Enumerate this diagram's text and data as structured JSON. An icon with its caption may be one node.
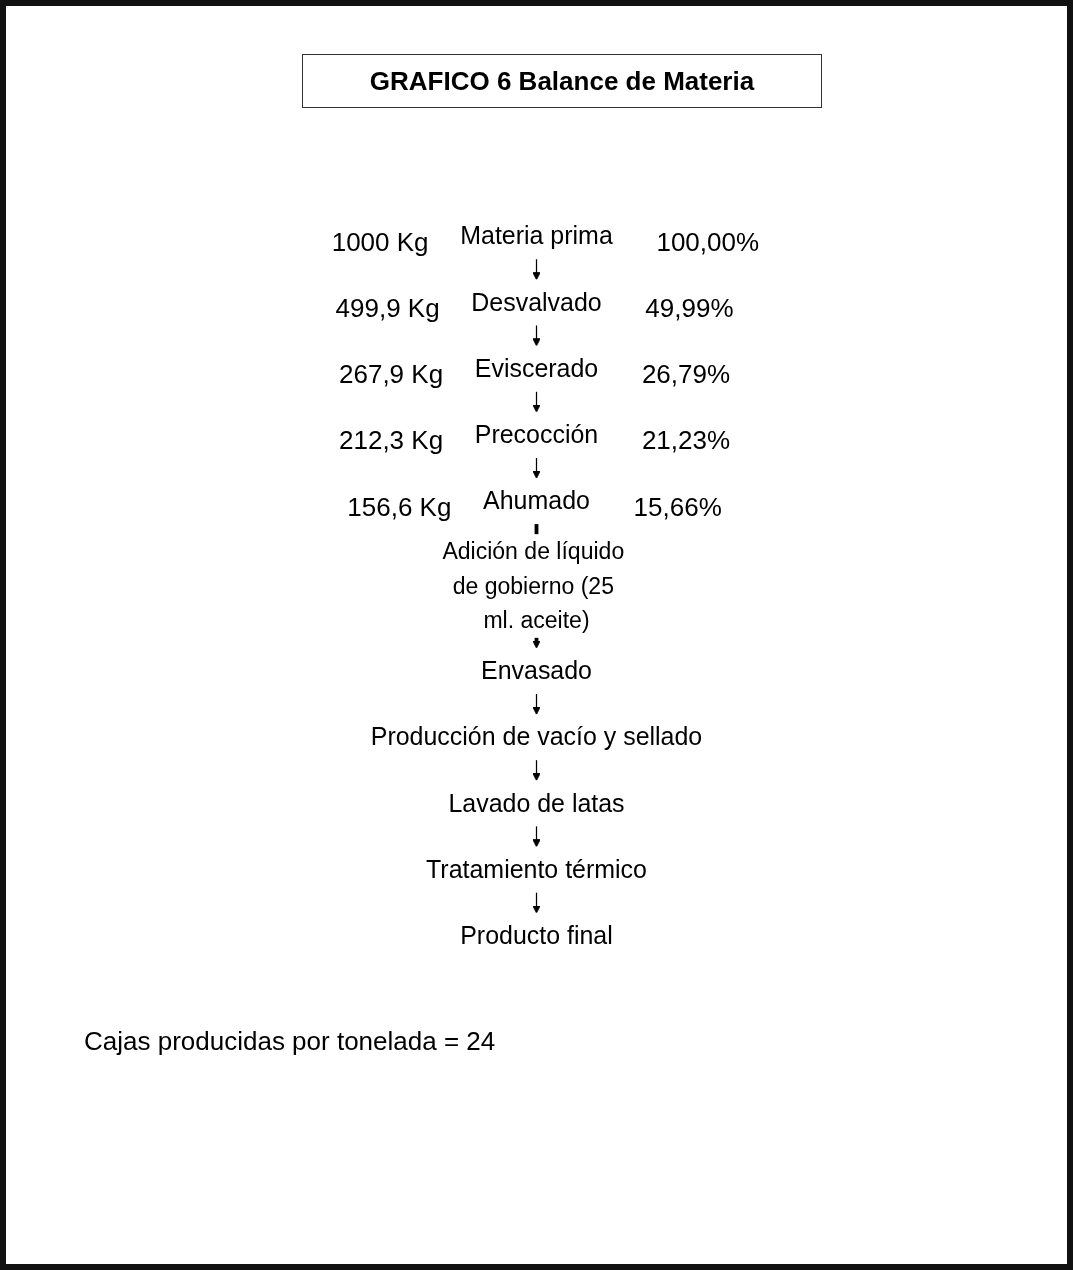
{
  "diagram": {
    "title": "GRAFICO 6 Balance de Materia",
    "nodes": [
      {
        "text": [
          "Materia prima"
        ],
        "beside": [
          "1000 Kg",
          "100,00%"
        ]
      },
      {
        "text": [
          "Desvalvado"
        ],
        "beside": [
          "499,9 Kg",
          "49,99%"
        ]
      },
      {
        "text": [
          "Eviscerado"
        ],
        "beside": [
          "267,9 Kg",
          "26,79%"
        ]
      },
      {
        "text": [
          "Precocción"
        ],
        "beside": [
          "212,3 Kg",
          "21,23%"
        ]
      },
      {
        "text": [
          "Ahumado"
        ],
        "beside": [
          "156,6 Kg",
          "15,66%"
        ]
      },
      {
        "text": [
          "Envasado"
        ]
      },
      {
        "text": [
          "Producción de vacío y sellado"
        ]
      },
      {
        "text": [
          "Lavado de latas"
        ]
      },
      {
        "text": [
          "Tratamiento térmico"
        ]
      },
      {
        "text": [
          "Producto final"
        ]
      }
    ],
    "edges": [
      {
        "from": 0,
        "to": 1,
        "arrow": "to"
      },
      {
        "from": 1,
        "to": 2,
        "arrow": "to"
      },
      {
        "from": 2,
        "to": 3,
        "arrow": "to"
      },
      {
        "from": 3,
        "to": 4,
        "arrow": "to"
      },
      {
        "from": 4,
        "to": 5,
        "arrow": "to",
        "label": "Adición de líquido de gobierno (25 ml. aceite)",
        "style": "thick"
      },
      {
        "from": 5,
        "to": 6,
        "arrow": "to"
      },
      {
        "from": 6,
        "to": 7,
        "arrow": "to"
      },
      {
        "from": 7,
        "to": 8,
        "arrow": "to"
      },
      {
        "from": 8,
        "to": 9,
        "arrow": "to"
      }
    ],
    "labels": [
      "Cajas producidas por tonelada = 24"
    ]
  }
}
